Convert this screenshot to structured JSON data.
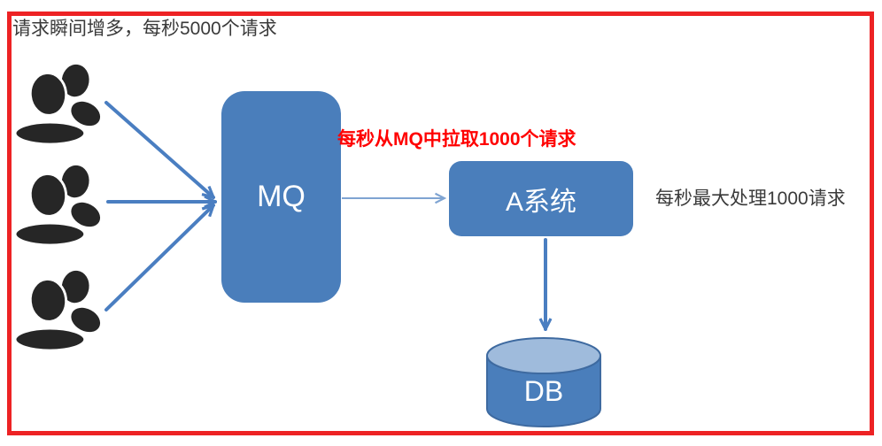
{
  "title": {
    "text": "请求瞬间增多，每秒5000个请求"
  },
  "annotations": {
    "pull_rate": {
      "text": "每秒从MQ中拉取1000个请求"
    },
    "max_process": {
      "text": "每秒最大处理1000请求"
    }
  },
  "nodes": {
    "mq": {
      "label": "MQ"
    },
    "system_a": {
      "label": "A系统"
    },
    "db": {
      "label": "DB"
    }
  },
  "icons": {
    "users_group": "users-icon",
    "users_count": 3
  },
  "colors": {
    "node_fill": "#4a7ebb",
    "node_text": "#ffffff",
    "border_red": "#ed2224",
    "arrow": "#4a7ec1",
    "arrow_light": "#7fa4d2",
    "cylinder_top": "#9fbbdc",
    "cylinder_stroke": "#3e6aa0",
    "text_dark": "#3a3a3a",
    "red_text": "#ff0000",
    "icon_dark": "#262626"
  }
}
